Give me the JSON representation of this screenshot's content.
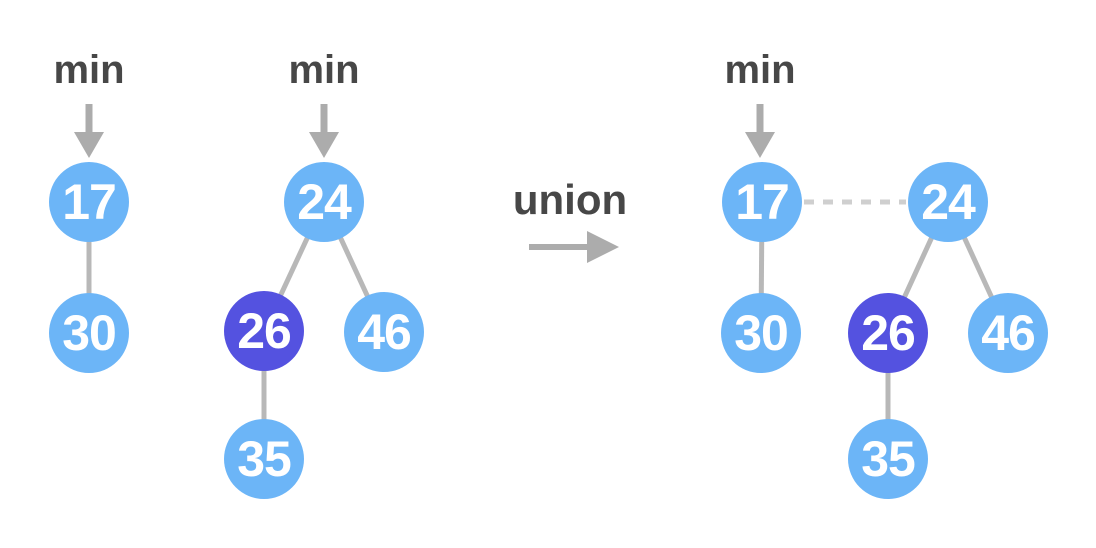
{
  "colors": {
    "node_blue": "#6CB5F7",
    "node_purple": "#5452E0",
    "label_dark": "#474747",
    "arrow_gray": "#ACACAC",
    "edge_gray": "#B8B8B8",
    "dash_gray": "#CFCFCF",
    "node_text": "#FFFFFF"
  },
  "diagram": {
    "left_heap_a": {
      "min_label": "min",
      "root": "17",
      "child": "30"
    },
    "left_heap_b": {
      "min_label": "min",
      "root": "24",
      "left_child": "26",
      "right_child": "46",
      "grandchild": "35"
    },
    "operation": {
      "label": "union"
    },
    "result_heap": {
      "min_label": "min",
      "root": "17",
      "root_child": "30",
      "second_root": "24",
      "second_left": "26",
      "second_right": "46",
      "second_grandchild": "35"
    }
  }
}
